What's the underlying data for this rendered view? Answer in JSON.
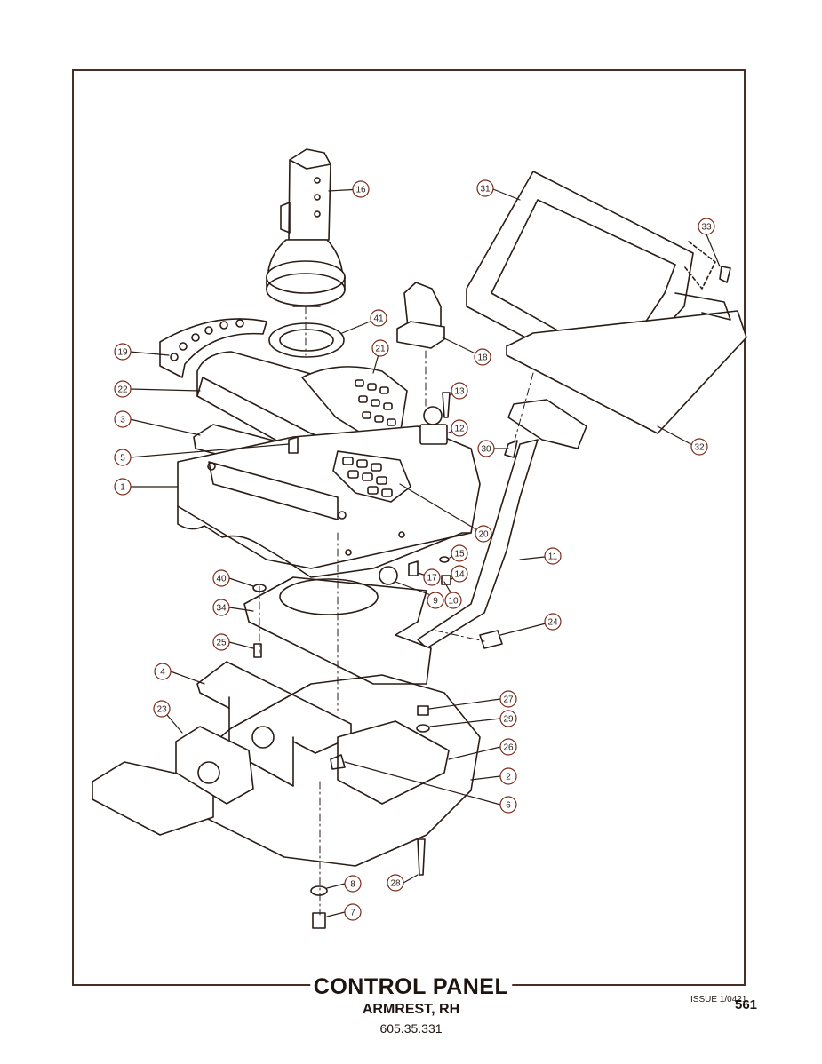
{
  "title": "CONTROL PANEL",
  "subtitle": "ARMREST, RH",
  "part_number": "605.35.331",
  "issue": "ISSUE 1/0421",
  "page_number": "561",
  "callouts": [
    "1",
    "2",
    "3",
    "4",
    "5",
    "6",
    "7",
    "8",
    "9",
    "10",
    "11",
    "12",
    "13",
    "14",
    "15",
    "16",
    "17",
    "18",
    "19",
    "20",
    "21",
    "22",
    "23",
    "24",
    "25",
    "26",
    "27",
    "28",
    "29",
    "30",
    "31",
    "32",
    "33",
    "34",
    "40",
    "41"
  ]
}
